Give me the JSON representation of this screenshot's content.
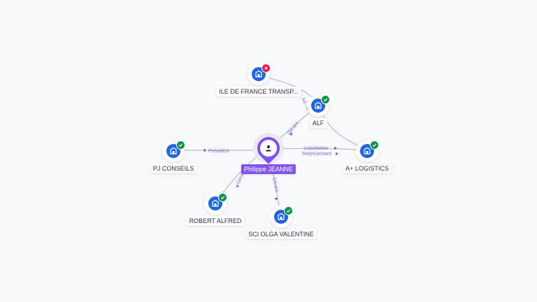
{
  "graph": {
    "center": {
      "name": "Philippe JEANNE",
      "icon": "person-icon"
    },
    "nodes": [
      {
        "id": "ile",
        "name": "ILE DE FRANCE TRANSP...",
        "status": "inactive"
      },
      {
        "id": "alf",
        "name": "ALF",
        "status": "active"
      },
      {
        "id": "pj",
        "name": "PJ CONSEILS",
        "status": "active"
      },
      {
        "id": "aplus",
        "name": "A+ LOGISTICS",
        "status": "active"
      },
      {
        "id": "robert",
        "name": "ROBERT ALFRED",
        "status": "active"
      },
      {
        "id": "sci",
        "name": "SCI OLGA VALENTINE",
        "status": "active"
      }
    ],
    "edge_labels": {
      "alf": "Gérant",
      "ile": "Ad...",
      "pj": "Président",
      "aplus_1": "Liquidateur",
      "aplus_2": "Représentant",
      "robert": "Gérant",
      "sci": "Gérant"
    },
    "colors": {
      "company": "#1f66e0",
      "active": "#11924a",
      "inactive": "#e0204a",
      "person": "#8353f0",
      "edge_label": "#7b6fe0"
    }
  }
}
